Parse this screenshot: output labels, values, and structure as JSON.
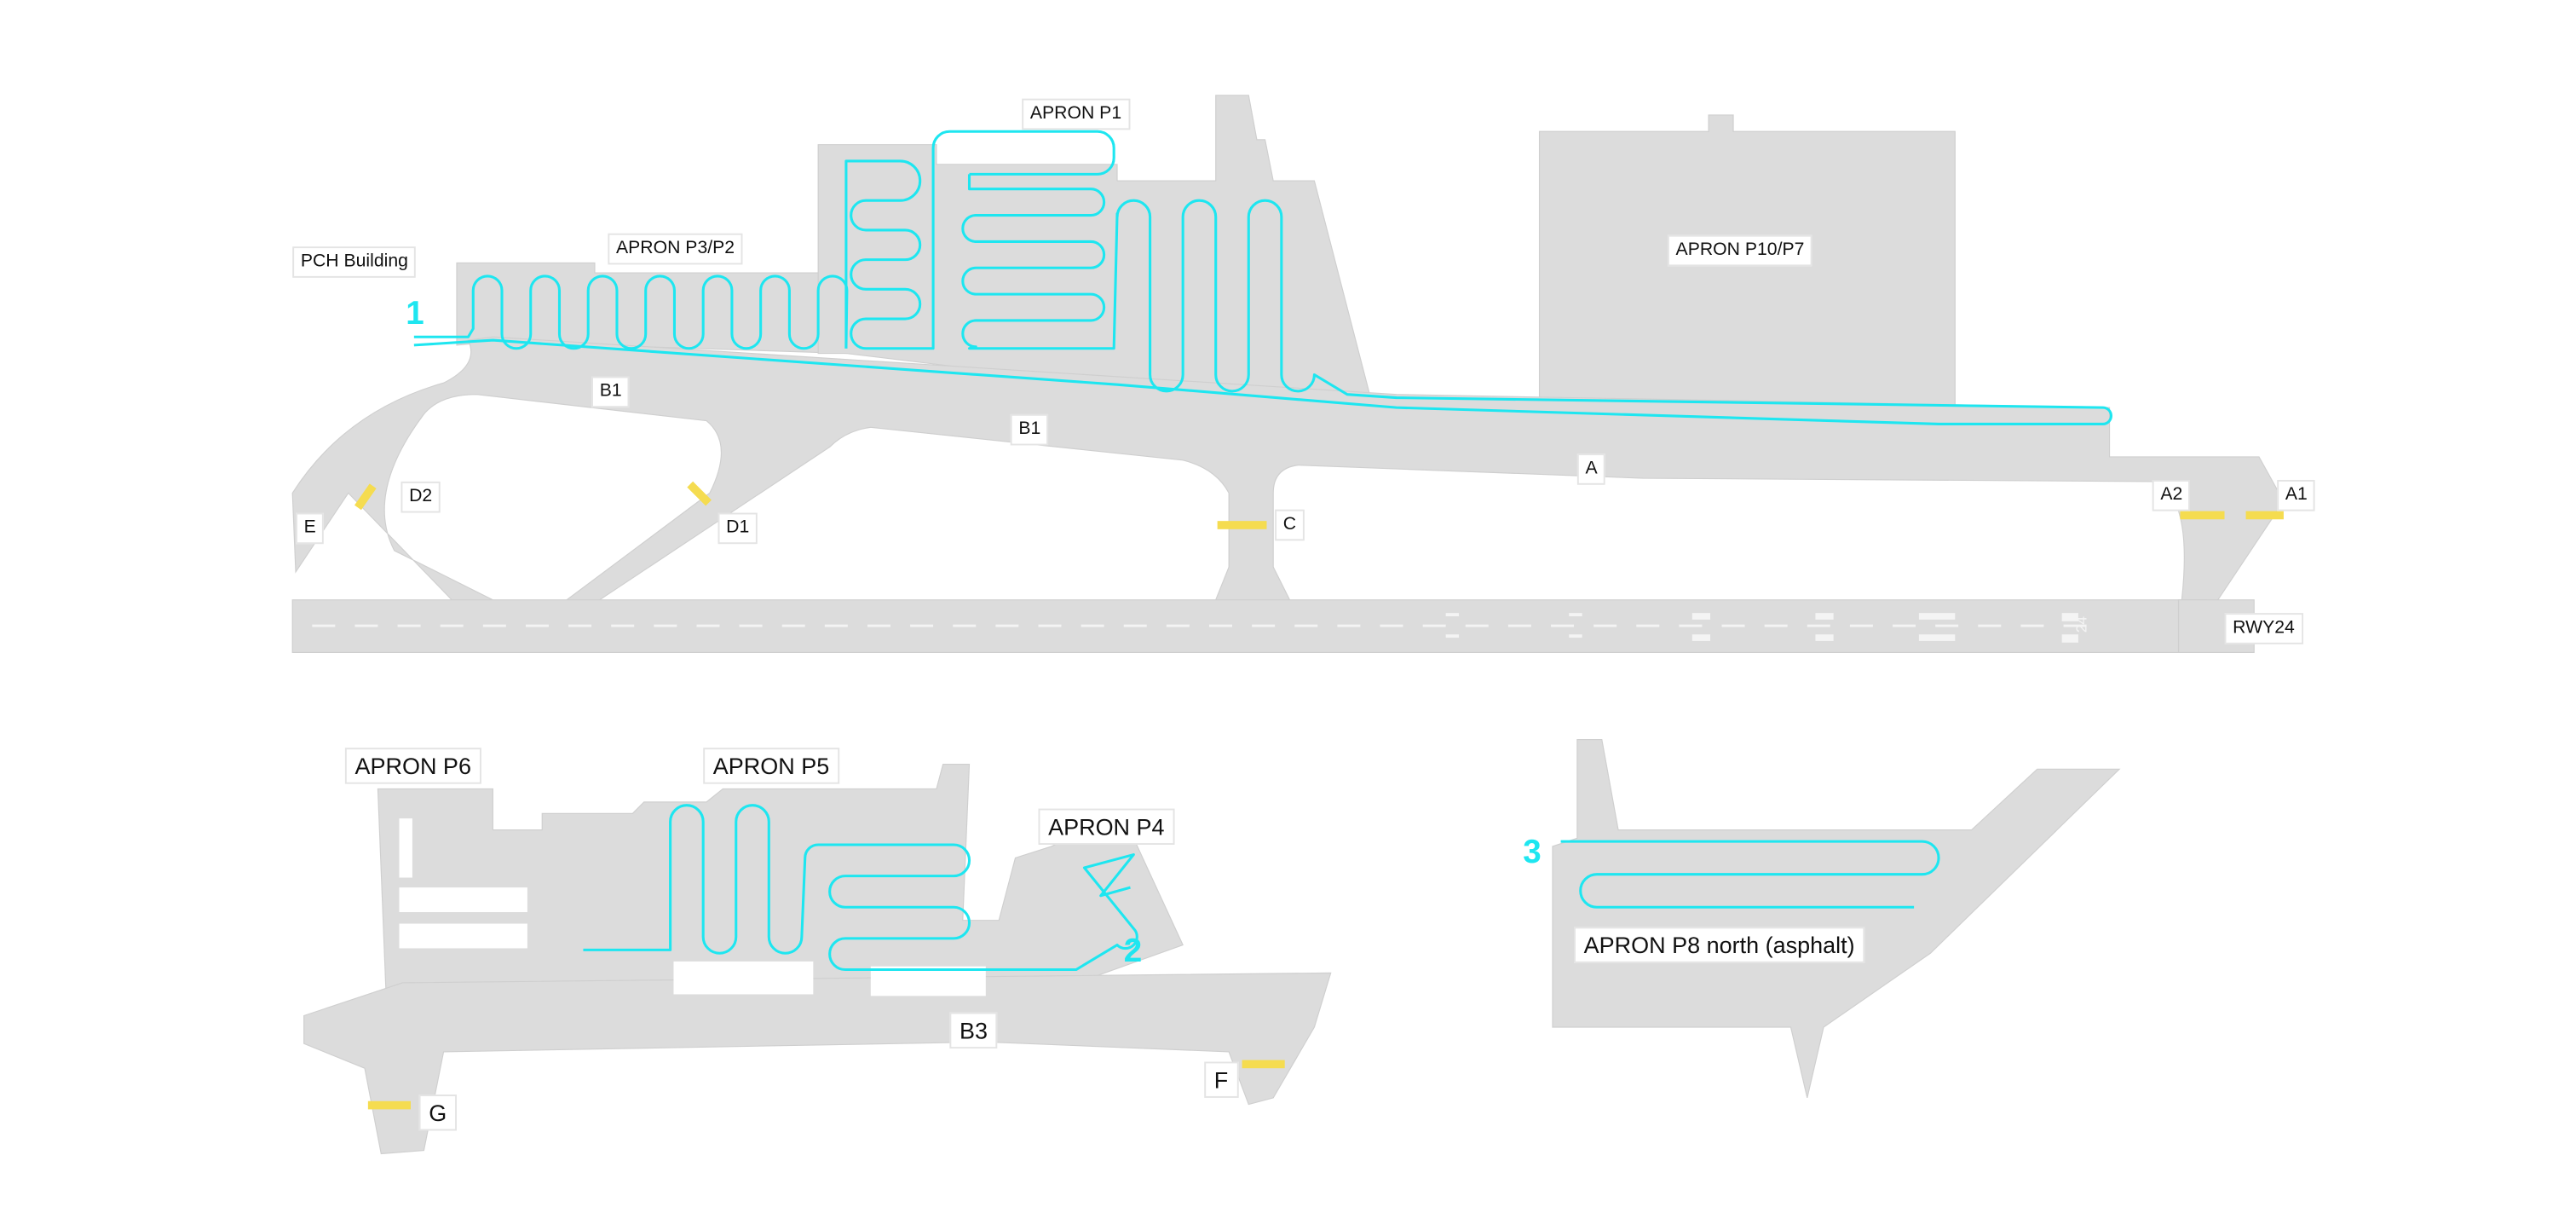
{
  "labels": {
    "pch_building": "PCH Building",
    "apron_p3_p2": "APRON P3/P2",
    "apron_p1": "APRON P1",
    "apron_p10_p7": "APRON P10/P7",
    "taxiway_b1_west": "B1",
    "taxiway_b1_east": "B1",
    "taxiway_a": "A",
    "taxiway_a2": "A2",
    "taxiway_a1": "A1",
    "taxiway_d2": "D2",
    "taxiway_d1": "D1",
    "taxiway_e": "E",
    "taxiway_c": "C",
    "runway": "RWY24",
    "runway_marking": "24",
    "apron_p6": "APRON P6",
    "apron_p5": "APRON P5",
    "apron_p4": "APRON P4",
    "taxiway_b3": "B3",
    "taxiway_f": "F",
    "taxiway_g": "G",
    "apron_p8": "APRON P8 north (asphalt)"
  },
  "routes": [
    {
      "id": "1"
    },
    {
      "id": "2"
    },
    {
      "id": "3"
    }
  ],
  "colors": {
    "pavement": "#dcdcdc",
    "route": "#1ee6f0",
    "hold_marking": "#f5dc50",
    "runway_marking": "#f4f4f4"
  }
}
